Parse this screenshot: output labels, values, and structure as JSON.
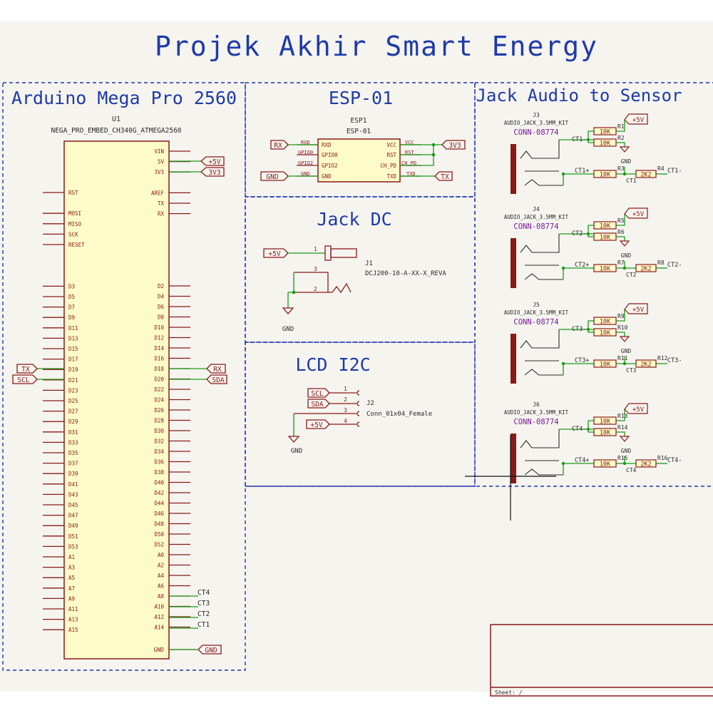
{
  "title": "Projek Akhir Smart Energy",
  "colors": {
    "sheet": "#f5f4ef",
    "frame": "#8b1a1a",
    "title": "#1f3aa8",
    "wire": "#1a9c1a",
    "dashed": "#2233aa",
    "magenta": "#7a1a9c",
    "text": "#2a2a2a"
  },
  "sections": {
    "arduino": "Arduino Mega Pro 2560",
    "esp": "ESP-01",
    "jackdc": "Jack DC",
    "lcd": "LCD I2C",
    "jackaudio": "Jack Audio to Sensor"
  },
  "u1": {
    "ref": "U1",
    "value": "NEGA_PRO_EMBED_CH340G_ATMEGA2560",
    "left_pins": [
      "RST",
      "",
      "MOSI",
      "MISO",
      "SCK",
      "RESET",
      "",
      "",
      "",
      "D3",
      "D5",
      "D7",
      "D9",
      "D11",
      "D13",
      "D15",
      "D17",
      "D19",
      "D21",
      "D23",
      "D25",
      "D27",
      "D29",
      "D31",
      "D33",
      "D35",
      "D37",
      "D39",
      "D41",
      "D43",
      "D45",
      "D47",
      "D49",
      "D51",
      "D53",
      "A1",
      "A3",
      "A5",
      "A7",
      "A9",
      "A11",
      "A13",
      "A15"
    ],
    "right_top": [
      "VIN",
      "5V",
      "3V3",
      "",
      "AREF",
      "TX",
      "RX"
    ],
    "right_pins": [
      "D2",
      "D4",
      "D6",
      "D8",
      "D10",
      "D12",
      "D14",
      "D16",
      "D18",
      "D20",
      "D22",
      "D24",
      "D26",
      "D28",
      "D30",
      "D32",
      "D34",
      "D36",
      "D38",
      "D40",
      "D42",
      "D44",
      "D46",
      "D48",
      "D50",
      "D52",
      "A0",
      "A2",
      "A4",
      "A6",
      "A8",
      "A10",
      "A12",
      "A14"
    ],
    "gnd": "GND",
    "net_5v": "+5V",
    "net_3v3": "3V3",
    "net_tx": "TX",
    "net_scl": "SCL",
    "net_rx": "RX",
    "net_sda": "SDA",
    "net_gnd": "GND",
    "ct_labels": [
      "CT4",
      "CT3",
      "CT2",
      "CT1"
    ]
  },
  "esp": {
    "ref": "ESP1",
    "value": "ESP-01",
    "left_pins": [
      "RXD",
      "GPIO0",
      "GPIO2",
      "GND"
    ],
    "right_pins": [
      "VCC",
      "RST",
      "CH_PD",
      "TXD"
    ],
    "net_rx": "RX",
    "net_gnd": "GND",
    "net_3v3": "3V3",
    "net_tx": "TX",
    "rst_label": "RST",
    "chpd_label": "CH_PD"
  },
  "jackdc": {
    "ref": "J1",
    "value": "DCJ200-10-A-XX-X_REVA",
    "net_5v": "+5V",
    "gnd": "GND",
    "pins": [
      "1",
      "3",
      "2"
    ]
  },
  "lcd": {
    "ref": "J2",
    "value": "Conn_01x04_Female",
    "nets": [
      "SCL",
      "SDA",
      "",
      "+5V"
    ],
    "pins": [
      "1",
      "2",
      "3",
      "4"
    ],
    "gnd": "GND"
  },
  "jacks": [
    {
      "ref": "J3",
      "kit": "AUDIO_JACK_3.5MM_KIT",
      "conn": "CONN-08774",
      "ctm": "CT1-",
      "ctp": "CT1+",
      "ra": "R1",
      "rb": "R2",
      "rc": "R3",
      "rd": "R4",
      "ct_out": "CT1-",
      "bias": "CT1"
    },
    {
      "ref": "J4",
      "kit": "AUDIO_JACK_3.5MM_KIT",
      "conn": "CONN-08774",
      "ctm": "CT2-",
      "ctp": "CT2+",
      "ra": "R5",
      "rb": "R6",
      "rc": "R7",
      "rd": "R8",
      "ct_out": "CT2-",
      "bias": "CT2"
    },
    {
      "ref": "J5",
      "kit": "AUDIO_JACK_3.5MM_KIT",
      "conn": "CONN-08774",
      "ctm": "CT3-",
      "ctp": "CT3+",
      "ra": "R9",
      "rb": "R10",
      "rc": "R11",
      "rd": "R12",
      "ct_out": "CT3-",
      "bias": "CT3"
    },
    {
      "ref": "J6",
      "kit": "AUDIO_JACK_3.5MM_KIT",
      "conn": "CONN-08774",
      "ctm": "CT4-",
      "ctp": "CT4+",
      "ra": "R13",
      "rb": "R14",
      "rc": "R15",
      "rd": "R16",
      "ct_out": "CT4-",
      "bias": "CT4"
    }
  ],
  "res_10k": "10K",
  "res_2k2": "2K2",
  "jack_5v": "+5V",
  "jack_gnd": "GND",
  "footer": "Sheet: /"
}
